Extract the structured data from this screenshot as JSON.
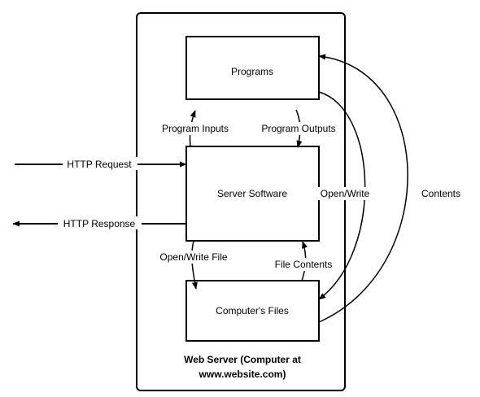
{
  "boxes": {
    "programs": "Programs",
    "server_software": "Server Software",
    "computers_files": "Computer's Files"
  },
  "container": {
    "caption_line1": "Web Server (Computer at",
    "caption_line2": "www.website.com)"
  },
  "arrows": {
    "http_request": "HTTP Request",
    "http_response": "HTTP Response",
    "program_inputs": "Program Inputs",
    "program_outputs": "Program Outputs",
    "open_write_file": "Open/Write File",
    "file_contents": "File Contents",
    "open_write": "Open/Write",
    "contents": "Contents"
  },
  "colors": {
    "stroke": "#000000",
    "fill": "#ffffff"
  }
}
